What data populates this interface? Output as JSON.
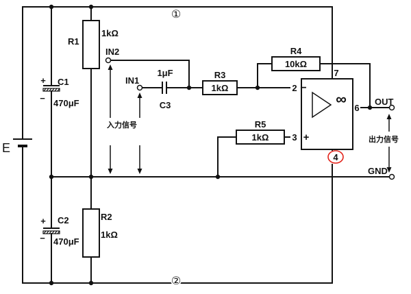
{
  "nodes": {
    "top": "①",
    "bottom": "②"
  },
  "battery": {
    "label": "E"
  },
  "c1": {
    "name": "C1",
    "value": "470μF",
    "plus": "+",
    "minus": "−"
  },
  "c2": {
    "name": "C2",
    "value": "470μF",
    "plus": "+",
    "minus": "−"
  },
  "r1": {
    "name": "R1",
    "value": "1kΩ"
  },
  "r2": {
    "name": "R2",
    "value": "1kΩ"
  },
  "r3": {
    "name": "R3",
    "value": "1kΩ"
  },
  "r4": {
    "name": "R4",
    "value": "10kΩ"
  },
  "r5": {
    "name": "R5",
    "value": "1kΩ"
  },
  "c3": {
    "name": "C3",
    "value": "1μF"
  },
  "inputs": {
    "in1": "IN1",
    "in2": "IN2",
    "signal": "入力信号"
  },
  "output": {
    "out": "OUT",
    "gnd": "GND",
    "signal": "出力信号"
  },
  "opamp": {
    "symbol": "∞",
    "minus": "−",
    "plus": "+",
    "pins": {
      "inverting": "2",
      "non_inverting": "3",
      "neg_supply": "4",
      "output": "6",
      "pos_supply": "7"
    }
  },
  "colors": {
    "line": "#111111",
    "highlight": "#e2231a"
  }
}
